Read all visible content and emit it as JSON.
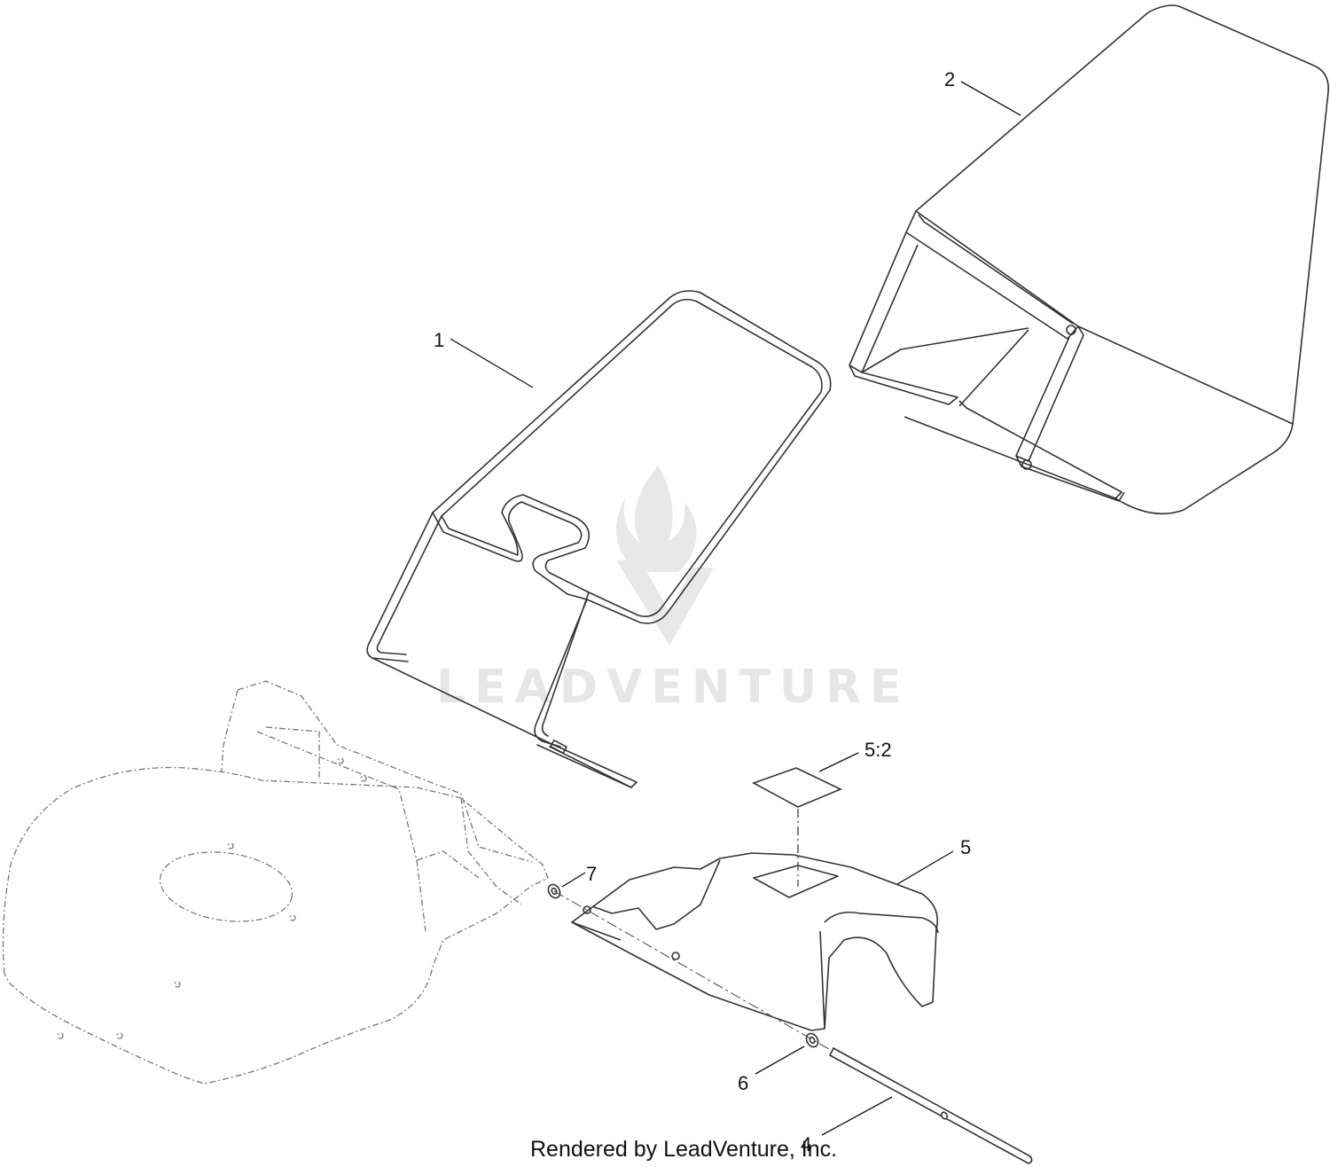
{
  "diagram": {
    "callouts": [
      {
        "id": "1",
        "label": "1"
      },
      {
        "id": "2",
        "label": "2"
      },
      {
        "id": "4",
        "label": "4"
      },
      {
        "id": "5",
        "label": "5"
      },
      {
        "id": "5-2",
        "label": "5:2"
      },
      {
        "id": "6",
        "label": "6"
      },
      {
        "id": "7",
        "label": "7"
      }
    ],
    "footer": "Rendered by LeadVenture, Inc."
  },
  "watermark": {
    "text": "LEADVENTURE",
    "color": "#e6e6e6"
  },
  "colors": {
    "line": "#333333",
    "phantom": "#777777",
    "background": "#ffffff"
  }
}
